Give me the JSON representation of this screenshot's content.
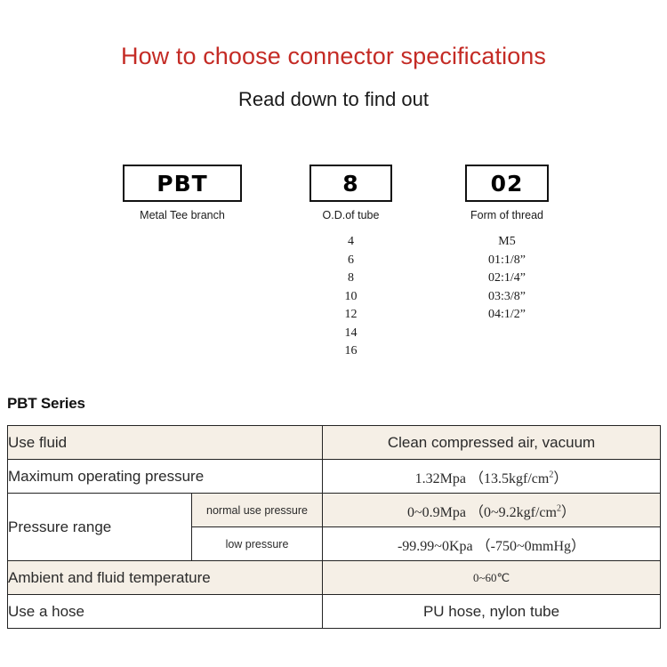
{
  "header": {
    "title": "How to choose connector specifications",
    "subtitle": "Read down to find out"
  },
  "code_groups": [
    {
      "code": "PBT",
      "caption": "Metal Tee branch",
      "options": []
    },
    {
      "code": "8",
      "caption": "O.D.of tube",
      "options": [
        "4",
        "6",
        "8",
        "10",
        "12",
        "14",
        "16"
      ]
    },
    {
      "code": "02",
      "caption": "Form of thread",
      "options": [
        "M5",
        "01:1/8”",
        "02:1/4”",
        "03:3/8”",
        "04:1/2”"
      ]
    }
  ],
  "series": {
    "heading": "PBT Series",
    "rows": [
      {
        "label": "Use fluid",
        "value": "Clean compressed air, vacuum"
      },
      {
        "label": "Maximum operating pressure",
        "value_prefix": "1.32Mpa  （13.5kgf/cm",
        "value_sup": "2",
        "value_suffix": "）"
      },
      {
        "label": "Pressure range",
        "sub_rows": [
          {
            "sub_label": "normal use pressure",
            "value_prefix": "0~0.9Mpa  （0~9.2kgf/cm",
            "value_sup": "2",
            "value_suffix": "）"
          },
          {
            "sub_label": "low pressure",
            "value_prefix": "-99.99~0Kpa  （-750~0mmHg）",
            "value_sup": "",
            "value_suffix": ""
          }
        ]
      },
      {
        "label": "Ambient and fluid temperature",
        "value": "0~60℃"
      },
      {
        "label": "Use a hose",
        "value": "PU hose, nylon tube"
      }
    ]
  },
  "colors": {
    "title_red": "#c42b25",
    "table_beige": "#f5efe6",
    "table_border": "#232323"
  }
}
